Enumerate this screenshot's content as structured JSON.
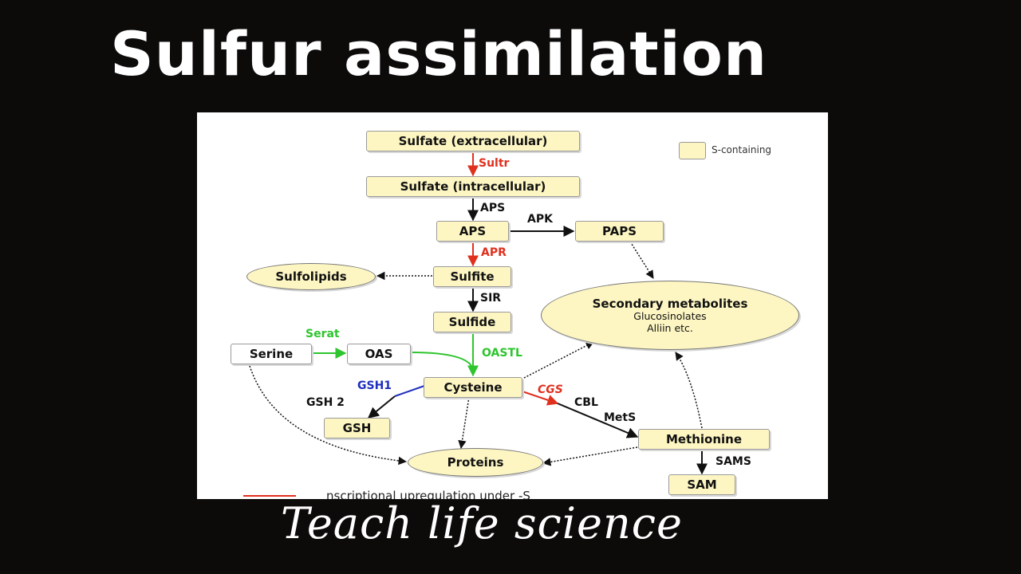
{
  "title": "Sulfur assimilation",
  "brand": "Teach  life science",
  "legend": {
    "label": "S-containing",
    "color": "#fdf6c3"
  },
  "footnote": "nscriptional upregulation under -S",
  "colors": {
    "red": "#e0301e",
    "green": "#2ec52e",
    "blue": "#1f2fbf",
    "box": "#fdf6c3"
  },
  "nodes": {
    "sulfate_ext": "Sulfate (extracellular)",
    "sulfate_int": "Sulfate (intracellular)",
    "aps": "APS",
    "paps": "PAPS",
    "sulfolipids": "Sulfolipids",
    "sulfite": "Sulfite",
    "sulfide": "Sulfide",
    "secondary_title": "Secondary metabolites",
    "secondary_line1": "Glucosinolates",
    "secondary_line2": "Alliin etc.",
    "serine": "Serine",
    "oas": "OAS",
    "cysteine": "Cysteine",
    "gsh": "GSH",
    "methionine": "Methionine",
    "proteins": "Proteins",
    "sam": "SAM"
  },
  "enzymes": {
    "sultr": "Sultr",
    "aps": "APS",
    "apk": "APK",
    "apr": "APR",
    "sir": "SIR",
    "serat": "Serat",
    "oastl": "OASTL",
    "gsh1": "GSH1",
    "gsh2": "GSH 2",
    "cgs": "CGS",
    "cbl": "CBL",
    "mets": "MetS",
    "sams": "SAMS"
  }
}
